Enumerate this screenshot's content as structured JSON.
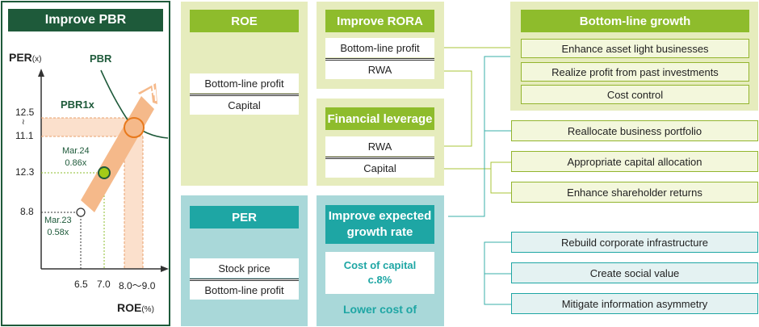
{
  "pbr_panel": {
    "title": "Improve PBR",
    "y_axis_label": "PER",
    "y_axis_unit": "(x)",
    "x_axis_label": "ROE",
    "x_axis_unit": "(%)",
    "curve_label": "PBR",
    "line_label": "PBR1x",
    "y_ticks": {
      "t125": "12.5",
      "tilde": "≀",
      "t111": "11.1",
      "t123": "12.3",
      "t88": "8.8"
    },
    "x_ticks": {
      "t65": "6.5",
      "t70": "7.0",
      "t80_90": "8.0〜9.0"
    },
    "point_mar24": {
      "label": "Mar.24",
      "value": "0.86x"
    },
    "point_mar23": {
      "label": "Mar.23",
      "value": "0.58x"
    },
    "colors": {
      "border": "#1e5a3a",
      "title_bg": "#1e5a3a",
      "arrow": "#f5b98a",
      "band": "#fbe0cc",
      "green_dot": "#a3cc17"
    }
  },
  "roe": {
    "header": "ROE",
    "numerator": "Bottom-line profit",
    "denominator": "Capital"
  },
  "per": {
    "header": "PER",
    "numerator": "Stock price",
    "denominator": "Bottom-line profit"
  },
  "rora": {
    "header": "Improve RORA",
    "numerator": "Bottom-line profit",
    "denominator": "RWA"
  },
  "leverage": {
    "header": "Financial leverage",
    "numerator": "RWA",
    "denominator": "Capital"
  },
  "growth": {
    "header_line1": "Improve expected",
    "header_line2": "growth rate",
    "cost_line1": "Cost of capital",
    "cost_line2": "c.8%",
    "lower_cost": "Lower cost of"
  },
  "bottom_line_growth": {
    "header": "Bottom-line growth",
    "items": [
      "Enhance asset light businesses",
      "Realize profit from past investments",
      "Cost control"
    ]
  },
  "actions": {
    "reallocate": "Reallocate business portfolio",
    "capital_allocation": "Appropriate capital allocation",
    "shareholder_returns": "Enhance shareholder returns"
  },
  "teal_actions": [
    "Rebuild corporate infrastructure",
    "Create social value",
    "Mitigate information asymmetry"
  ]
}
